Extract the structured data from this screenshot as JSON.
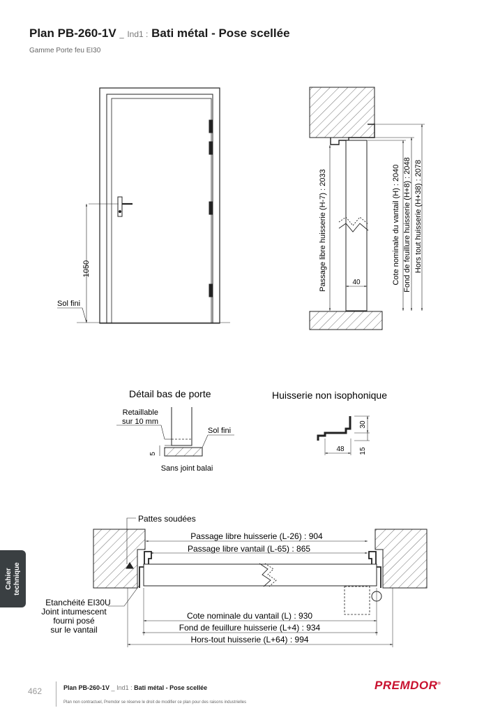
{
  "header": {
    "title_code": "Plan PB-260-1V",
    "title_sep": "_",
    "title_ind": "Ind1 :",
    "title_desc": "Bati métal - Pose scellée",
    "subtitle": "Gamme Porte feu EI30"
  },
  "elevation": {
    "dim_1050": "1050",
    "sol_fini": "Sol fini"
  },
  "vertical_section": {
    "passage_libre": "Passage libre huisserie (H-7) : 2033",
    "cote_nominale": "Cote  nominale du vantail (H) : 2040",
    "fond_feuillure": "Fond de feuillure  huisserie (H+8) : 2048",
    "hors_tout": "Hors tout huisserie (H+38) : 2078",
    "dim_40": "40"
  },
  "detail_bas": {
    "title": "Détail bas de porte",
    "retaillable_1": "Retaillable",
    "retaillable_2": "sur 10 mm",
    "sol_fini": "Sol fini",
    "dim_5": "5",
    "sans_joint": "Sans joint balai"
  },
  "profile": {
    "title": "Huisserie non isophonique",
    "dim_30": "30",
    "dim_48": "48",
    "dim_15": "15"
  },
  "horizontal_section": {
    "pattes": "Pattes soudées",
    "passage_huisserie": "Passage libre huisserie (L-26) : 904",
    "passage_vantail": "Passage libre vantail (L-65) : 865",
    "etancheite_1": "Etanchéité EI30U",
    "etancheite_2": "Joint intumescent",
    "etancheite_3": "fourni posé",
    "etancheite_4": "sur le vantail",
    "cote_nominale": "Cote nominale du vantail (L) : 930",
    "fond_feuillure": "Fond de feuillure huisserie (L+4) : 934",
    "hors_tout": "Hors-tout huisserie (L+64) : 994"
  },
  "side_tab": {
    "line1": "Cahier",
    "line2": "technique"
  },
  "footer": {
    "page_number": "462",
    "title_code": "Plan PB-260-1V",
    "title_sep": "_",
    "title_ind": "Ind1 :",
    "title_desc": "Bati métal - Pose scellée",
    "note": "Plan non contractuel, Premdor se réserve le droit de modifier ce plan pour des raisons industrielles",
    "logo": "PREMDOR",
    "logo_mark": "®"
  }
}
